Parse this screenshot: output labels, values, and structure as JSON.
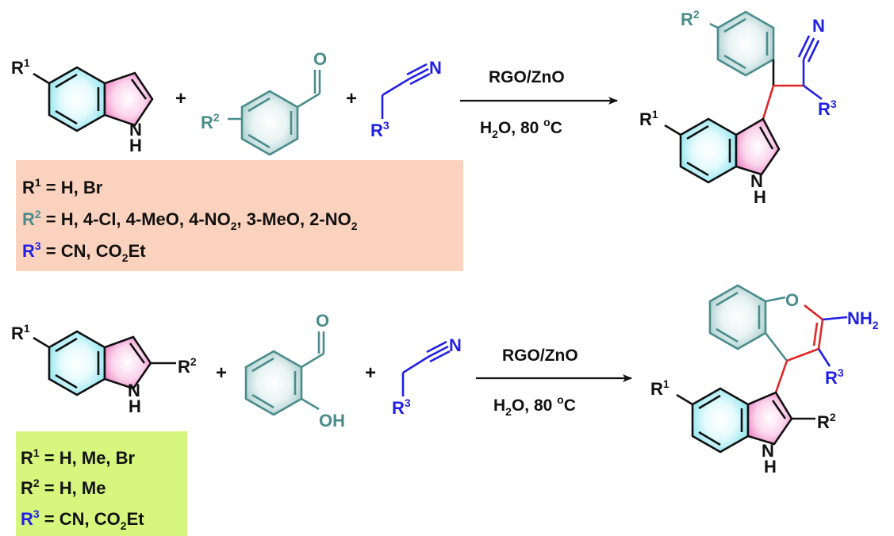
{
  "colors": {
    "black": "#111111",
    "teal": "#4a8c8c",
    "blue": "#1f1fe6",
    "red": "#e02525",
    "ring_cyan": "#c9f4f8",
    "ring_pink": "#f7a8d6",
    "box1_fill": "#fbd2be",
    "box2_fill": "#d7f67d"
  },
  "reaction1": {
    "indole": {
      "r1": "R",
      "r1_sup": "1",
      "nh": "N",
      "h": "H"
    },
    "plus1": "+",
    "aldehyde": {
      "o": "O",
      "r2": "R",
      "r2_sup": "2"
    },
    "plus2": "+",
    "nitrile": {
      "n": "N",
      "r3": "R",
      "r3_sup": "3"
    },
    "conditions": {
      "catalyst": "RGO/ZnO",
      "solvent": "H",
      "solvent_sub": "2",
      "solvent_rest": "O, 80 ",
      "deg": "o",
      "unit": "C"
    },
    "product": {
      "r2": "R",
      "r2_sup": "2",
      "n": "N",
      "r3": "R",
      "r3_sup": "3",
      "r1": "R",
      "r1_sup": "1",
      "nh": "N",
      "h": "H"
    },
    "substituents": {
      "line1": {
        "label": "R",
        "sup": "1",
        "text": " = H, Br"
      },
      "line2": {
        "label": "R",
        "sup": "2",
        "t1": " = H, 4-Cl, 4-MeO, 4-NO",
        "sub1": "2",
        "t2": ", 3-MeO, 2-NO",
        "sub2": "2"
      },
      "line3": {
        "label": "R",
        "sup": "3",
        "t1": " = CN, CO",
        "sub": "2",
        "t2": "Et"
      }
    }
  },
  "reaction2": {
    "indole": {
      "r1": "R",
      "r1_sup": "1",
      "r2": "R",
      "r2_sup": "2",
      "nh": "N",
      "h": "H"
    },
    "plus1": "+",
    "aldehyde": {
      "o": "O",
      "oh": "OH"
    },
    "plus2": "+",
    "nitrile": {
      "n": "N",
      "r3": "R",
      "r3_sup": "3"
    },
    "conditions": {
      "catalyst": "RGO/ZnO",
      "solvent": "H",
      "solvent_sub": "2",
      "solvent_rest": "O, 80 ",
      "deg": "o",
      "unit": "C"
    },
    "product": {
      "o": "O",
      "nh2": "NH",
      "nh2_sub": "2",
      "r3": "R",
      "r3_sup": "3",
      "r1": "R",
      "r1_sup": "1",
      "r2": "R",
      "r2_sup": "2",
      "nh": "N",
      "h": "H"
    },
    "substituents": {
      "line1": {
        "label": "R",
        "sup": "1",
        "text": " = H, Me, Br"
      },
      "line2": {
        "label": "R",
        "sup": "2",
        "text": " = H, Me"
      },
      "line3": {
        "label": "R",
        "sup": "3",
        "t1": " = CN, CO",
        "sub": "2",
        "t2": "Et"
      }
    }
  }
}
